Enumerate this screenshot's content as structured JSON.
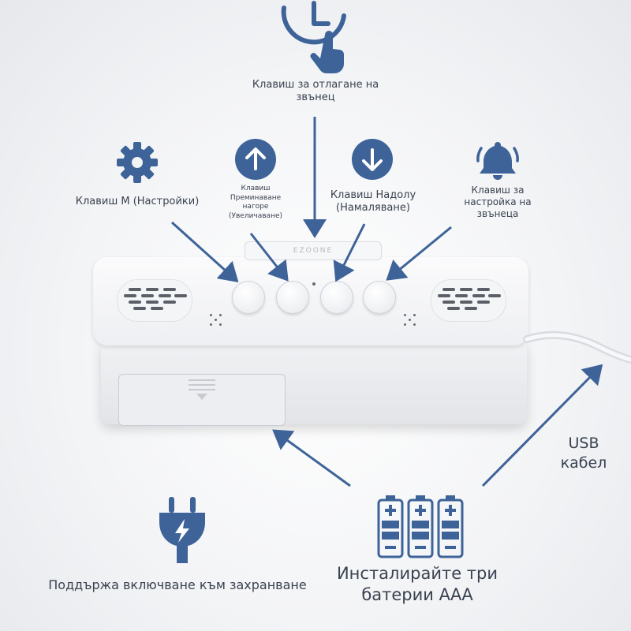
{
  "labels": {
    "snooze": "Клавиш за отлагане на звънец",
    "m_key": "Клавиш М (Настройки)",
    "up_key": "Клавиш Преминаване нагоре (Увеличаване)",
    "down_key": "Клавиш Надолу (Намаляване)",
    "alarm_key": "Клавиш за настройка на звънеца",
    "usb": "USB кабел",
    "power": "Поддържа включване към захранване",
    "batteries": "Инсталирайте три батерии ААА"
  },
  "device": {
    "snooze_bar_text": "EZOONE"
  },
  "colors": {
    "accent": "#3e6398",
    "text": "#3a4250"
  },
  "icons": {
    "clock": "clock-tap-icon",
    "gear": "gear-icon",
    "up": "arrow-up-circle-icon",
    "down": "arrow-down-circle-icon",
    "bell": "bell-icon",
    "plug": "power-plug-icon",
    "battery": "battery-icon"
  }
}
